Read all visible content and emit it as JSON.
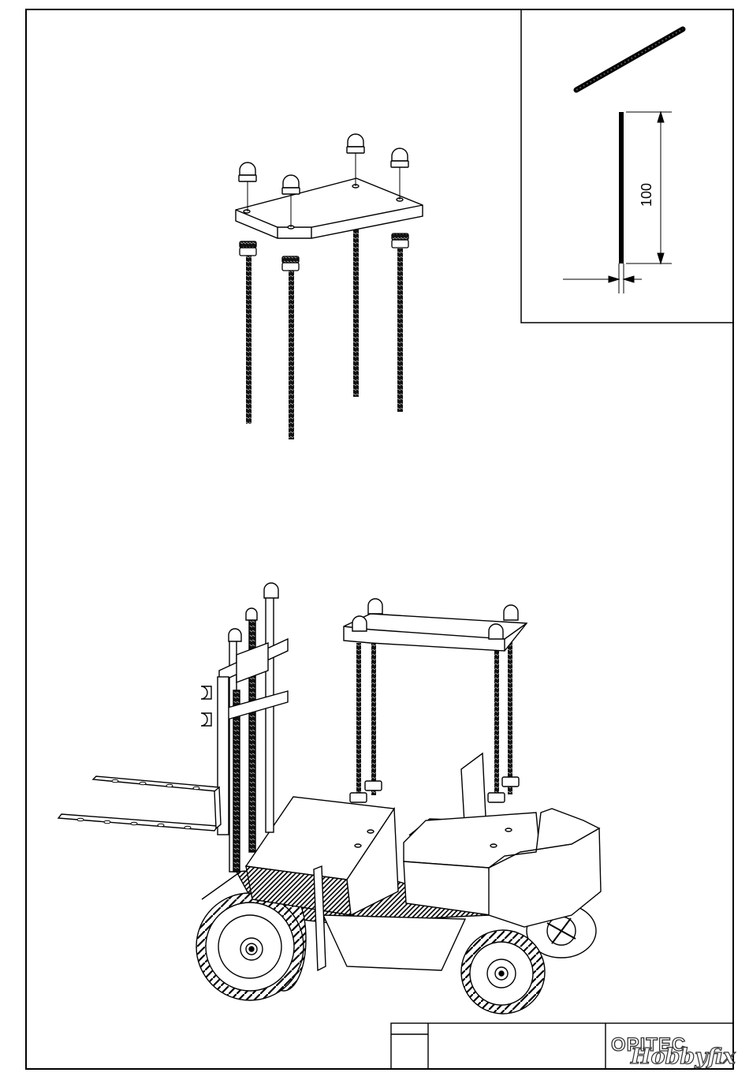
{
  "detail": {
    "dimension_label": "100"
  },
  "title_block": {
    "logo_main": "OPITEC",
    "logo_script": "Hobbyfix"
  }
}
